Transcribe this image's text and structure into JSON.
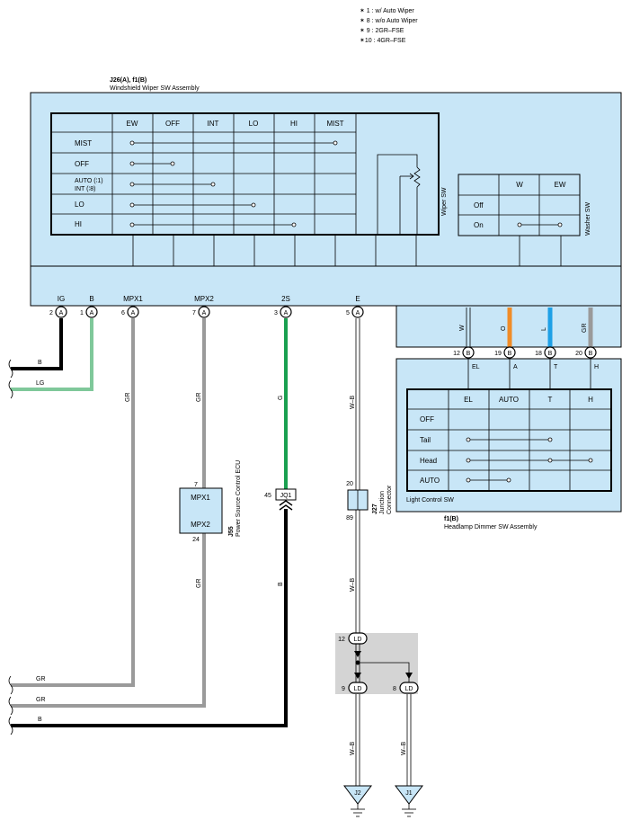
{
  "notes": [
    "✶ 1 : w/ Auto Wiper",
    "✶ 8 : w/o Auto Wiper",
    "✶ 9 : 2GR–FSE",
    "✶10 : 4GR–FSE"
  ],
  "wiper_assy": {
    "code": "J26(A), f1(B)",
    "name": "Windshield Wiper SW Assembly",
    "wiper_sw_label": "Wiper SW",
    "washer_sw_label": "Washer SW"
  },
  "wiper_table": {
    "columns": [
      "EW",
      "OFF",
      "INT",
      "LO",
      "HI",
      "MIST"
    ],
    "rows": [
      "MIST",
      "OFF",
      "AUTO (∶1)",
      "INT (∶8)",
      "LO",
      "HI"
    ]
  },
  "washer_table": {
    "columns": [
      "W",
      "EW"
    ],
    "rows": [
      "Off",
      "On"
    ]
  },
  "wiper_terminals": [
    {
      "pin": "2",
      "conn": "A",
      "name": "IG"
    },
    {
      "pin": "1",
      "conn": "A",
      "name": "B"
    },
    {
      "pin": "6",
      "conn": "A",
      "name": "MPX1"
    },
    {
      "pin": "7",
      "conn": "A",
      "name": "MPX2"
    },
    {
      "pin": "3",
      "conn": "A",
      "name": "2S"
    },
    {
      "pin": "5",
      "conn": "A",
      "name": "E"
    }
  ],
  "light_inputs": [
    {
      "pin": "12",
      "conn": "B",
      "wire": "W",
      "term": "EL"
    },
    {
      "pin": "19",
      "conn": "B",
      "wire": "O",
      "term": "A"
    },
    {
      "pin": "18",
      "conn": "B",
      "wire": "L",
      "term": "T"
    },
    {
      "pin": "20",
      "conn": "B",
      "wire": "GR",
      "term": "H"
    }
  ],
  "light_table": {
    "columns": [
      "EL",
      "AUTO",
      "T",
      "H"
    ],
    "rows": [
      "OFF",
      "Tail",
      "Head",
      "AUTO"
    ]
  },
  "light_sw_label": "Light Control SW",
  "headlamp_assy": {
    "code": "f1(B)",
    "name": "Headlamp Dimmer SW Assembly"
  },
  "wires": {
    "left_top": [
      "B",
      "LG"
    ],
    "gr": "GR",
    "g": "G",
    "wb": "W–B",
    "b": "B",
    "left_bottom": [
      "GR",
      "GR",
      "B"
    ]
  },
  "ecu": {
    "pin_top": "7",
    "pin_bottom": "24",
    "term1": "MPX1",
    "term2": "MPX2",
    "code": "J55",
    "name": "Power Source Control ECU"
  },
  "jq1": {
    "pin": "45",
    "name": "JQ1"
  },
  "j27": {
    "pin_top": "20",
    "pin_bottom": "89",
    "code": "J27",
    "name_line1": "Junction",
    "name_line2": "Connector"
  },
  "ld": {
    "top_pin": "12",
    "left_pin": "9",
    "right_pin": "8",
    "name": "LD"
  },
  "grounds": [
    "J2",
    "J1"
  ],
  "colors": {
    "panel": "#c8e6f7",
    "black": "#000000",
    "lg": "#7fc89a",
    "gr": "#9a9a9a",
    "green": "#1aa050",
    "orange": "#f08c28",
    "blue": "#1ea0e6",
    "grey_wire": "#9a9a9a",
    "shade": "#d4d4d4"
  }
}
